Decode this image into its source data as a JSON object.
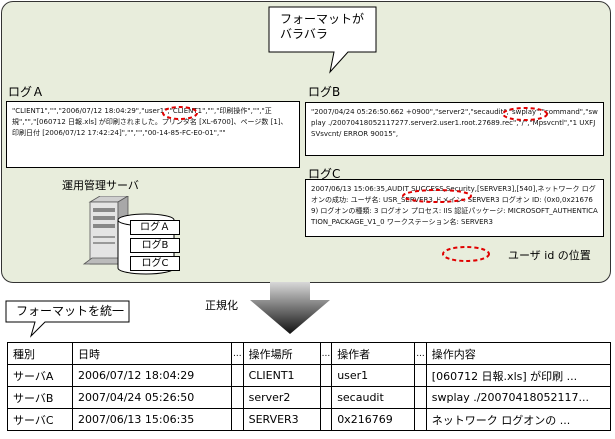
{
  "callout_top": "フォーマットが\nバラバラ",
  "logs": [
    {
      "title": "ログＡ",
      "content": "\"CLIENT1\",\"\",\"2006/07/12 18:04:29\",\"user1\",\"CLIENT1\",\"\",\"印刷操作\",\"\",\"正規\",\"\",\"[060712 日報.xls] が印刷されました。プリンタ名 [XL-6700]、ページ数 [1]、印刷日付 [2006/07/12 17:42:24]\",\"\",\"\",\"00-14-85-FC-E0-01\",\"\""
    },
    {
      "title": "ログB",
      "content": "\"2007/04/24 05:26:50.662 +0900\",\"server2\",\"secaudit\",\"swplay\",\"command\",\"swplay ./20070418052117277.server2.user1.root.27689.rec\",\"/\",\"Mpsvcntl\",\"1 UXFJSVsvcnt/ ERROR 90015\","
    },
    {
      "title": "ログC",
      "content": "2007/06/13 15:06:35,AUDIT SUCCESS,Security,[SERVER3],[540],ネットワーク ログオンの成功: ユーザ名: USR_SERVER3 ドメイン: SERVER3 ログオン ID: (0x0,0x216769) ログオンの種類: 3 ログオン プロセス: IIS 認証パッケージ: MICROSOFT_AUTHENTICATION_PACKAGE_V1_0 ワークステーション名: SERVER3"
    }
  ],
  "server": {
    "caption": "運用管理サーバ",
    "stack": [
      "ログＡ",
      "ログB",
      "ログC"
    ]
  },
  "legend": "ユーザ id の位置",
  "normalize_label": "正規化",
  "callout_bottom": "フォーマットを統一",
  "table": {
    "gap_mark": "...",
    "headers": [
      "種別",
      "日時",
      "操作場所",
      "操作者",
      "操作内容"
    ],
    "rows": [
      [
        "サーバA",
        "2006/07/12 18:04:29",
        "CLIENT1",
        "user1",
        "[060712 日報.xls] が印刷 ..."
      ],
      [
        "サーバB",
        "2007/04/24 05:26:50",
        "server2",
        "secaudit",
        "swplay ./20070418052117..."
      ],
      [
        "サーバC",
        "2007/06/13 15:06:35",
        "SERVER3",
        "0x216769",
        "ネットワーク ログオンの ..."
      ]
    ]
  },
  "colors": {
    "panel_bg": "#e8eddc",
    "highlight": "#e00000",
    "arrow_dark": "#111111"
  }
}
